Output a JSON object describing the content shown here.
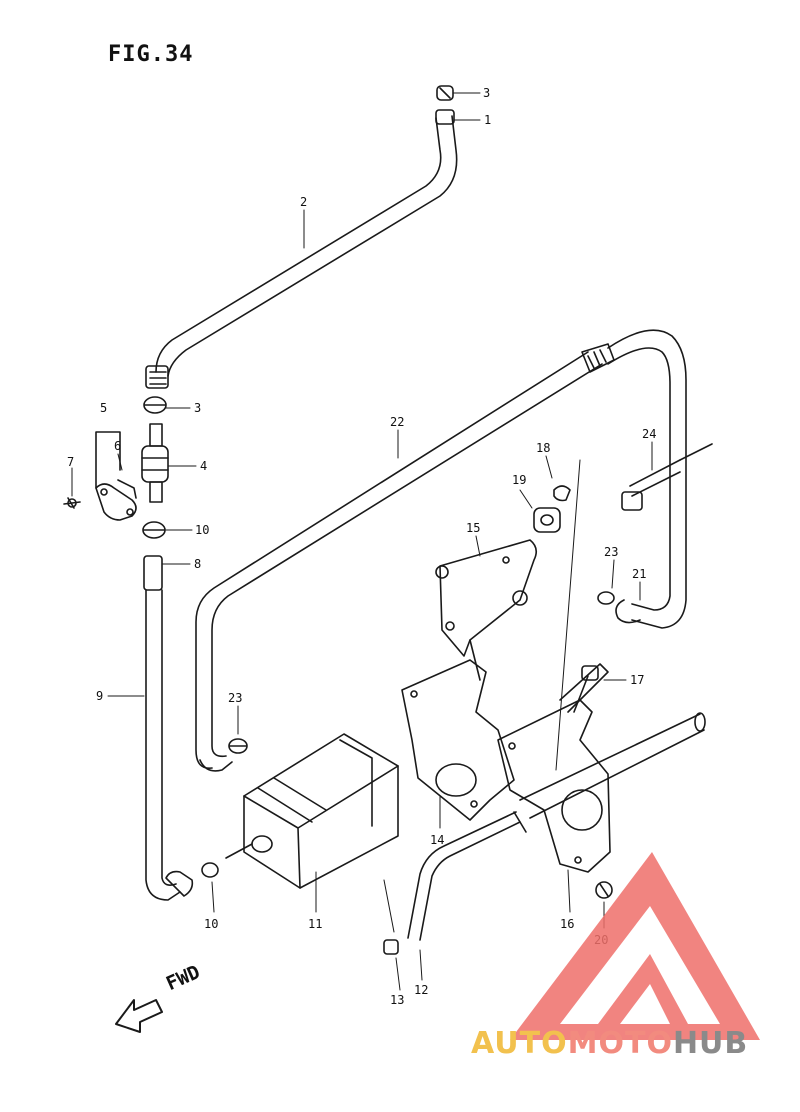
{
  "figure": {
    "title": "FIG.34"
  },
  "direction": {
    "label": "FWD"
  },
  "watermark": {
    "part1": "AUTO",
    "part2": "MOTO",
    "part3": "HUB",
    "color1": "#f2c14e",
    "color2": "#f28b7f",
    "color3": "#8a8a8a",
    "triangle_color": "#ef6f6a"
  },
  "callouts": [
    {
      "id": "c3a",
      "label": "3"
    },
    {
      "id": "c1",
      "label": "1"
    },
    {
      "id": "c2",
      "label": "2"
    },
    {
      "id": "c3b",
      "label": "3"
    },
    {
      "id": "c5",
      "label": "5"
    },
    {
      "id": "c6",
      "label": "6"
    },
    {
      "id": "c4",
      "label": "4"
    },
    {
      "id": "c7",
      "label": "7"
    },
    {
      "id": "c10a",
      "label": "10"
    },
    {
      "id": "c8",
      "label": "8"
    },
    {
      "id": "c9",
      "label": "9"
    },
    {
      "id": "c22",
      "label": "22"
    },
    {
      "id": "c18",
      "label": "18"
    },
    {
      "id": "c24",
      "label": "24"
    },
    {
      "id": "c19",
      "label": "19"
    },
    {
      "id": "c15",
      "label": "15"
    },
    {
      "id": "c23a",
      "label": "23"
    },
    {
      "id": "c21",
      "label": "21"
    },
    {
      "id": "c17",
      "label": "17"
    },
    {
      "id": "c23b",
      "label": "23"
    },
    {
      "id": "c14",
      "label": "14"
    },
    {
      "id": "c10b",
      "label": "10"
    },
    {
      "id": "c11",
      "label": "11"
    },
    {
      "id": "c16",
      "label": "16"
    },
    {
      "id": "c20",
      "label": "20"
    },
    {
      "id": "c13",
      "label": "13"
    },
    {
      "id": "c12",
      "label": "12"
    }
  ]
}
